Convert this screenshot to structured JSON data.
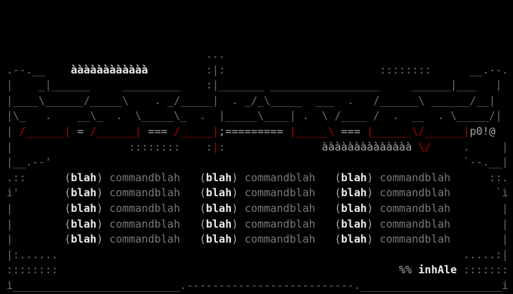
{
  "colors": {
    "d": "#6e6e6e",
    "g": "#a8a8a8",
    "w": "#ececec",
    "r": "#b00000",
    "m": "#7a7a7a"
  },
  "art_rows": [
    [
      [
        "                                ...",
        "d"
      ]
    ],
    [
      [
        " .--.__    ",
        "d"
      ],
      [
        "àààààààààààà",
        "w"
      ],
      [
        "         :|:                        ::::::::      __.--.",
        "d"
      ]
    ],
    [
      [
        " |    _|______     _________    :|_______ _________________     ______|___   |",
        "d"
      ]
    ],
    [
      [
        " |____\\______/_____\\    . _/_____|  . _/_\\_____  ___  .   /______\\ ______/__|",
        "d"
      ]
    ],
    [
      [
        " |\\_   .    __\\_  .  \\_____\\_  .  |_____\\____| .  \\ /____ /  .  __  . \\_____/|",
        "d"
      ]
    ],
    [
      [
        " | ",
        "d"
      ],
      [
        "/______|",
        "r"
      ],
      [
        " = ",
        "g"
      ],
      [
        "/______|",
        "r"
      ],
      [
        " === ",
        "g"
      ],
      [
        "/_____|",
        "r"
      ],
      [
        ";=========",
        "g"
      ],
      [
        " ",
        "d"
      ],
      [
        "|_____\\",
        "r"
      ],
      [
        " === ",
        "g"
      ],
      [
        "|______\\/______|",
        "r"
      ],
      [
        "p0!@",
        "g"
      ]
    ],
    [
      [
        " |                  ::::::::    :",
        "d"
      ],
      [
        "|",
        "r"
      ],
      [
        ":               ",
        "d"
      ],
      [
        "àààààààààààààà",
        "g"
      ],
      [
        " ",
        "d"
      ],
      [
        "\\/",
        "r"
      ],
      [
        "     .     |",
        "d"
      ]
    ],
    [
      [
        " |__.--'                                                                `--.__|",
        "d"
      ]
    ]
  ],
  "commands": {
    "left_borders": [
      " .::      ",
      " i'       ",
      " |        ",
      " |        ",
      " |        "
    ],
    "right_borders": [
      "      ::.",
      "       `i",
      "        |",
      "        |",
      "        |"
    ],
    "rows": [
      [
        {
          "key": "blah",
          "label": "commandblah"
        },
        {
          "key": "blah",
          "label": "commandblah"
        },
        {
          "key": "blah",
          "label": "commandblah"
        }
      ],
      [
        {
          "key": "blah",
          "label": "commandblah"
        },
        {
          "key": "blah",
          "label": "commandblah"
        },
        {
          "key": "blah",
          "label": "commandblah"
        }
      ],
      [
        {
          "key": "blah",
          "label": "commandblah"
        },
        {
          "key": "blah",
          "label": "commandblah"
        },
        {
          "key": "blah",
          "label": "commandblah"
        }
      ],
      [
        {
          "key": "blah",
          "label": "commandblah"
        },
        {
          "key": "blah",
          "label": "commandblah"
        },
        {
          "key": "blah",
          "label": "commandblah"
        }
      ],
      [
        {
          "key": "blah",
          "label": "commandblah"
        },
        {
          "key": "blah",
          "label": "commandblah"
        },
        {
          "key": "blah",
          "label": "commandblah"
        }
      ]
    ]
  },
  "footer_rows": [
    [
      [
        " |:......                                                               .....:|",
        "d"
      ]
    ],
    [
      [
        " ::::::::                                                     ",
        "d"
      ],
      [
        "%%",
        "g"
      ],
      [
        " ",
        "d"
      ],
      [
        "inhAle",
        "w"
      ],
      [
        " :::::::",
        "d"
      ]
    ],
    [
      [
        " i__________________________.--------------------------.______________________i",
        "d"
      ]
    ]
  ]
}
